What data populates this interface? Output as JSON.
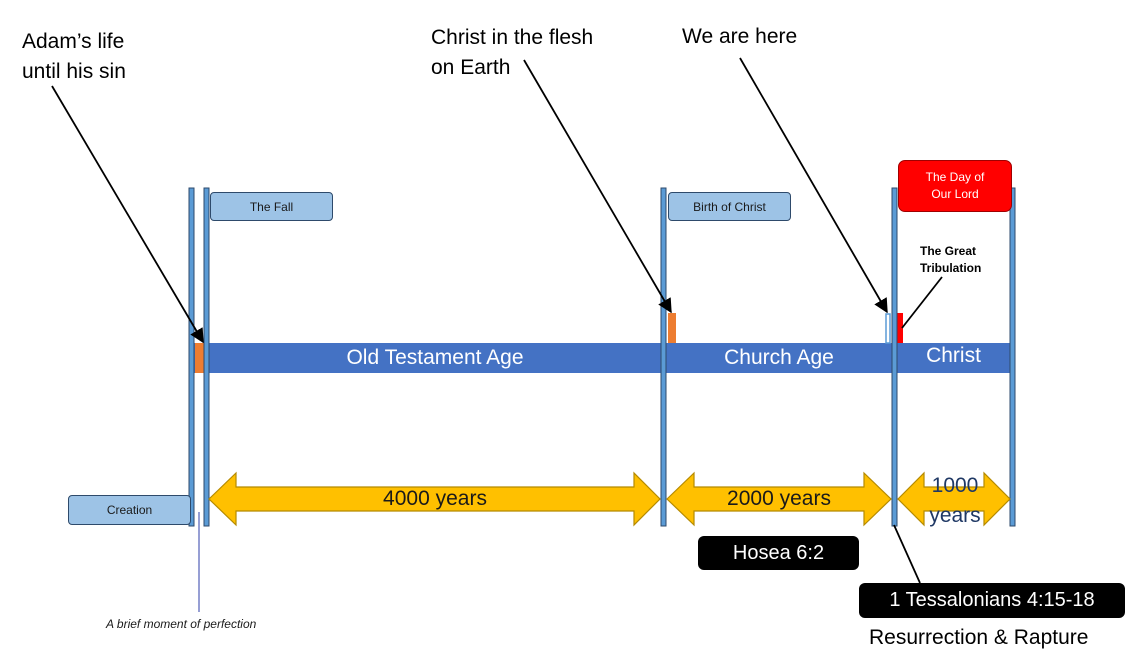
{
  "labels": {
    "adam": [
      "Adam’s life",
      "until his sin"
    ],
    "christ_flesh": [
      "Christ in the flesh",
      "on Earth"
    ],
    "we_are_here": "We are here",
    "fall": "The Fall",
    "birth": "Birth of Christ",
    "day_of_lord": [
      "The Day of",
      "Our Lord"
    ],
    "tribulation": [
      "The Great",
      "Tribulation"
    ],
    "creation": "Creation",
    "perfection": "A brief moment of perfection",
    "hosea": "Hosea 6:2",
    "thess": "1 Tessalonians 4:15-18",
    "rapture": "Resurrection & Rapture"
  },
  "ages": {
    "old_testament": "Old Testament Age",
    "church": "Church Age",
    "christ": "Christ"
  },
  "spans": {
    "ot_years": "4000 years",
    "church_years": "2000 years",
    "millennium_years": [
      "1000",
      "years"
    ]
  },
  "colors": {
    "age_bar": "#4472c4",
    "divider": "#5b9bd5",
    "divider_stroke": "#2e4a6b",
    "arrow_fill": "#ffc000",
    "arrow_stroke": "#b58a00",
    "marker_orange": "#ed7d31",
    "marker_red": "#ff0000",
    "label_box": "#9dc3e6",
    "day_box": "#ff0000",
    "millennium_text": "#1f3864"
  }
}
